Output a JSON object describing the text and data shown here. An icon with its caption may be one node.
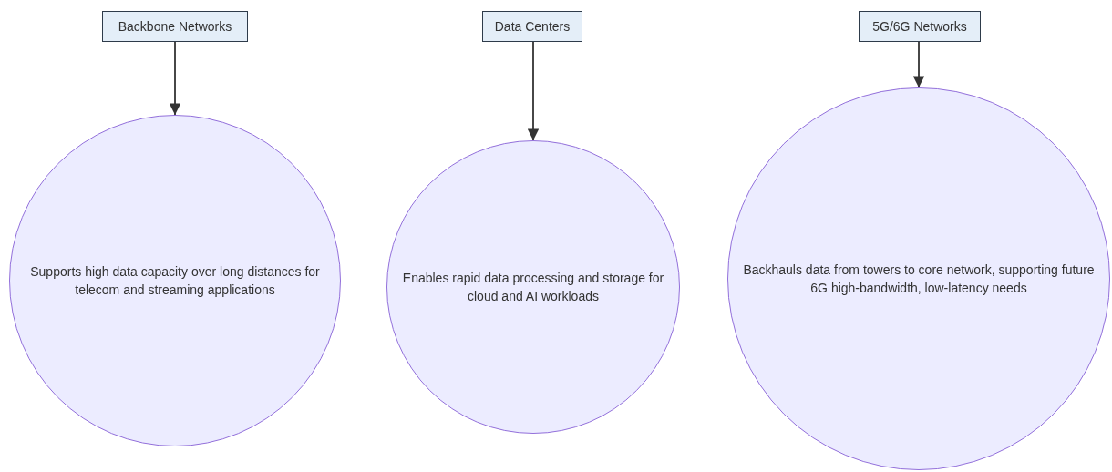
{
  "diagram": {
    "nodes": [
      {
        "text": [
          "Backbone Networks"
        ]
      },
      {
        "text": [
          "Supports high data capacity over long distances for telecom and streaming applications"
        ]
      },
      {
        "text": [
          "Data Centers"
        ]
      },
      {
        "text": [
          "Enables rapid data processing and storage for cloud and AI workloads"
        ]
      },
      {
        "text": [
          "5G/6G Networks"
        ]
      },
      {
        "text": [
          "Backhauls data from towers to core network, supporting future 6G high-bandwidth, low-latency needs"
        ]
      }
    ],
    "edges": [
      {
        "from": 0,
        "to": 1,
        "arrow": "to"
      },
      {
        "from": 2,
        "to": 3,
        "arrow": "to"
      },
      {
        "from": 4,
        "to": 5,
        "arrow": "to"
      }
    ]
  }
}
